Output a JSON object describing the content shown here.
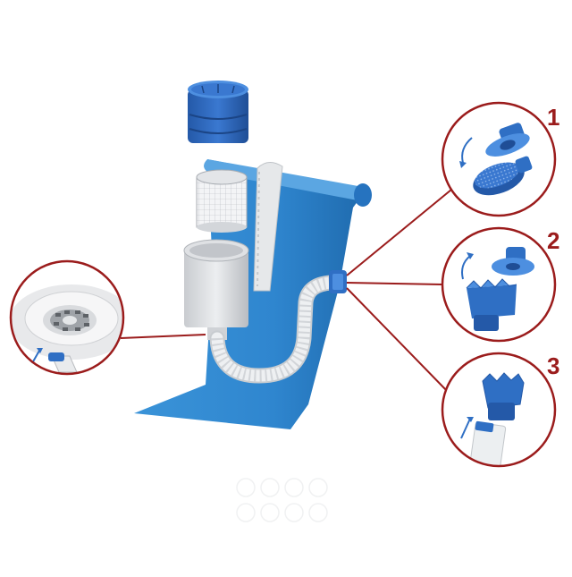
{
  "steps": [
    {
      "number": "1",
      "action": "rotate-counterclockwise"
    },
    {
      "number": "2",
      "action": "lift-off"
    },
    {
      "number": "3",
      "action": "insert-hose"
    }
  ],
  "colors": {
    "liner_blue": "#2f86cf",
    "liner_dark": "#1f6aad",
    "part_blue": "#2f6fc4",
    "part_light": "#4d8fe0",
    "frame_red": "#9b1c1c",
    "skimmer_gray": "#d7d9dc",
    "hose_white": "#eceff1"
  },
  "icons": [
    "filter-cartridge-icon",
    "skimmer-basket-icon",
    "skimmer-housing-icon",
    "hose-icon",
    "pool-liner-icon",
    "strainer-connector-icon",
    "rotate-arrow-icon",
    "insert-arrow-icon"
  ]
}
